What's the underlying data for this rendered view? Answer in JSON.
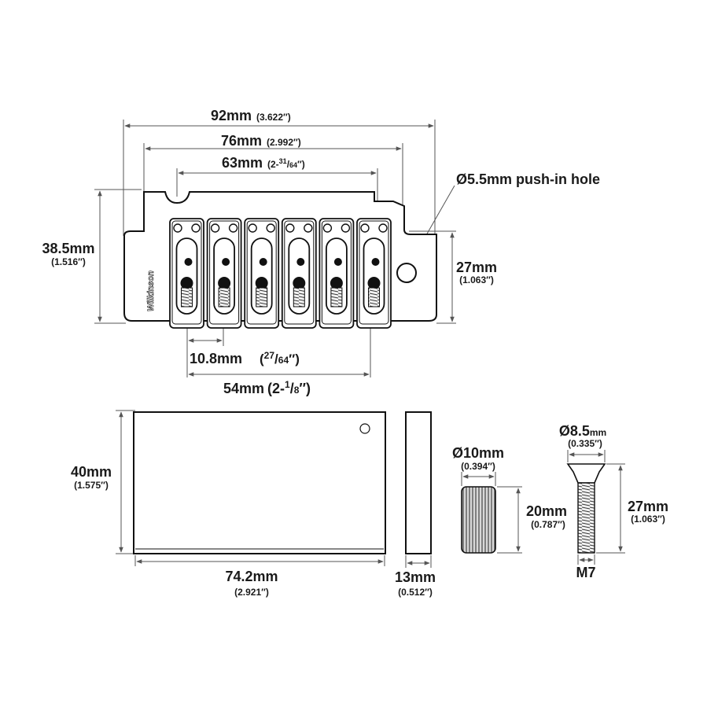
{
  "dimensions": {
    "overall_width": {
      "mm": "92mm",
      "inch": "(3.622″)"
    },
    "mount_width": {
      "mm": "76mm",
      "inch": "(2.992″)"
    },
    "inner_width": {
      "mm": "63mm",
      "inch_prefix": "(2-",
      "inch_num": "31",
      "inch_den": "64",
      "inch_suffix": "″)"
    },
    "hole_label": "Ø5.5mm push-in hole",
    "plate_depth": {
      "mm": "38.5mm",
      "inch": "(1.516″)"
    },
    "saddle_depth": {
      "mm": "27mm",
      "inch": "(1.063″)"
    },
    "string_spacing": {
      "mm": "10.8mm",
      "inch_open": "(",
      "inch_num": "27",
      "inch_den": "64",
      "inch_close": "″)"
    },
    "string_span": {
      "mm": "54mm",
      "inch_prefix": "(2-",
      "inch_num": "1",
      "inch_den": "8",
      "inch_suffix": "″)"
    },
    "block_height": {
      "mm": "40mm",
      "inch": "(1.575″)"
    },
    "block_width": {
      "mm": "74.2mm",
      "inch": "(2.921″)"
    },
    "block_thickness": {
      "mm": "13mm",
      "inch": "(0.512″)"
    },
    "bushing_diameter": {
      "mm": "Ø10mm",
      "inch": "(0.394″)"
    },
    "bushing_length": {
      "mm": "20mm",
      "inch": "(0.787″)"
    },
    "screw_head_diameter": {
      "mm_prefix": "Ø8.5",
      "mm_unit": "mm",
      "inch": "(0.335″)"
    },
    "screw_length": {
      "mm": "27mm",
      "inch": "(1.063″)"
    },
    "screw_thread": "M7"
  },
  "brand_logo": "Wilkinson",
  "saddles": 6
}
